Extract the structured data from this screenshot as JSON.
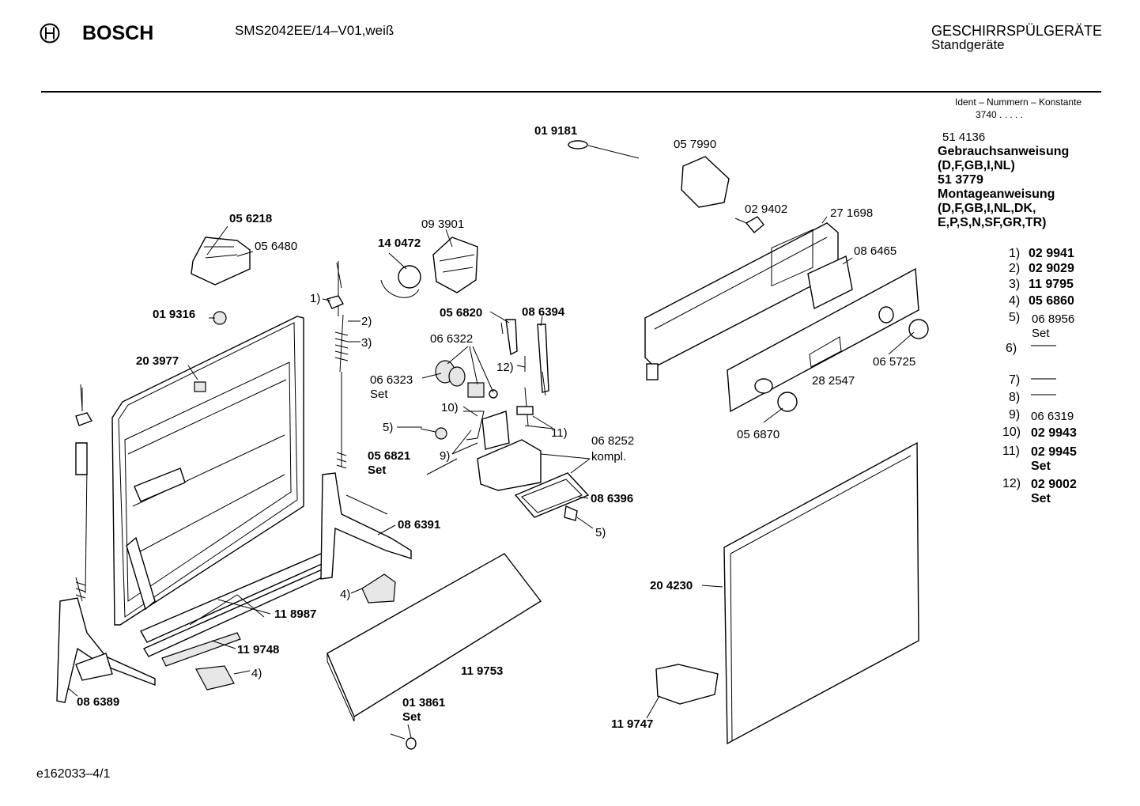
{
  "header": {
    "brand": "BOSCH",
    "model": "SMS2042EE/14–V01,weiß",
    "category": "GESCHIRRSPÜLGERÄTE",
    "subcategory": "Standgeräte"
  },
  "ident": {
    "title": "Ident – Nummern – Konstante",
    "value": "3740  .  .  .  .  ."
  },
  "docs": {
    "num1": "51 4136",
    "doc1_title": "Gebrauchsanweisung",
    "doc1_langs": "(D,F,GB,I,NL)",
    "num2": "51 3779",
    "doc2_title": "Montageanweisung",
    "doc2_langs1": "(D,F,GB,I,NL,DK,",
    "doc2_langs2": "E,P,S,N,SF,GR,TR)"
  },
  "legend": [
    {
      "idx": "1)",
      "part": "02 9941",
      "note": ""
    },
    {
      "idx": "2)",
      "part": "02 9029",
      "note": ""
    },
    {
      "idx": "3)",
      "part": "11 9795",
      "note": ""
    },
    {
      "idx": "4)",
      "part": "05 6860",
      "note": ""
    },
    {
      "idx": "5)",
      "part": "06 8956",
      "note": "Set"
    },
    {
      "idx": "6)",
      "part": "——",
      "note": ""
    },
    {
      "idx": "7)",
      "part": "——",
      "note": ""
    },
    {
      "idx": "8)",
      "part": "——",
      "note": ""
    },
    {
      "idx": "9)",
      "part": "06 6319",
      "note": ""
    },
    {
      "idx": "10)",
      "part": "02 9943",
      "note": ""
    },
    {
      "idx": "11)",
      "part": "02 9945",
      "note": "Set"
    },
    {
      "idx": "12)",
      "part": "02 9002",
      "note": "Set"
    }
  ],
  "labels": {
    "p019181": "01 9181",
    "p057990": "05 7990",
    "p056218": "05 6218",
    "p056480": "05 6480",
    "p093901": "09 3901",
    "p140472": "14 0472",
    "p029402": "02 9402",
    "p271698": "27 1698",
    "p086465": "08 6465",
    "p019316": "01 9316",
    "p203977": "20 3977",
    "p056820": "05 6820",
    "p086394": "08 6394",
    "p066322": "06 6322",
    "p066323": "06 6323",
    "set": "Set",
    "p065725": "06 5725",
    "p282547": "28 2547",
    "p056870": "05 6870",
    "p068252": "06 8252",
    "kompl": "kompl.",
    "p056821": "05 6821",
    "p086396": "08 6396",
    "p086391": "08 6391",
    "p204230": "20 4230",
    "p118987": "11 8987",
    "p119748": "11 9748",
    "p119753": "11 9753",
    "p013861": "01 3861",
    "p086389": "08 6389",
    "p119747": "11 9747",
    "c1": "1)",
    "c2": "2)",
    "c3": "3)",
    "c4": "4)",
    "c5": "5)",
    "c9": "9)",
    "c10": "10)",
    "c11": "11)",
    "c12": "12)"
  },
  "footer": {
    "drawing_id": "e162033–4/1"
  }
}
